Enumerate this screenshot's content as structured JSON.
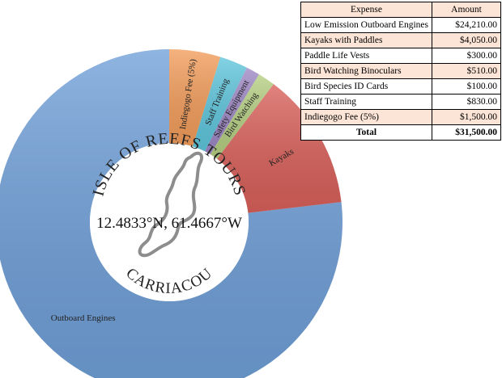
{
  "chart_data": {
    "type": "pie",
    "style": "donut",
    "categories": [
      "Outboard Engines",
      "Kayaks",
      "Bird Watching",
      "Safety Equipment",
      "Staff Training",
      "Indiegogo Fee (5%)"
    ],
    "values": [
      24210,
      4050,
      510,
      400,
      830,
      1500
    ],
    "colors": [
      "#6f9fd8",
      "#d9605a",
      "#b5cf82",
      "#9d87c4",
      "#5fc6dc",
      "#f39d5b"
    ],
    "start": "12 o'clock",
    "direction": "counterclockwise",
    "center_logo": {
      "name_top": "ISLE OF REEFS TOURS",
      "coordinates": "12.4833°N, 61.4667°W",
      "name_bottom": "CARRIACOU"
    }
  },
  "table": {
    "headers": [
      "Expense",
      "Amount"
    ],
    "rows": [
      {
        "label": "Low Emission Outboard Engines",
        "amount": "$24,210.00"
      },
      {
        "label": "Kayaks with Paddles",
        "amount": "$4,050.00"
      },
      {
        "label": "Paddle Life Vests",
        "amount": "$300.00"
      },
      {
        "label": "Bird Watching Binoculars",
        "amount": "$510.00"
      },
      {
        "label": "Bird Species ID Cards",
        "amount": "$100.00"
      },
      {
        "label": "Staff Training",
        "amount": "$830.00"
      },
      {
        "label": "Indiegogo Fee (5%)",
        "amount": "$1,500.00"
      }
    ],
    "total": {
      "label": "Total",
      "amount": "$31,500.00"
    }
  }
}
